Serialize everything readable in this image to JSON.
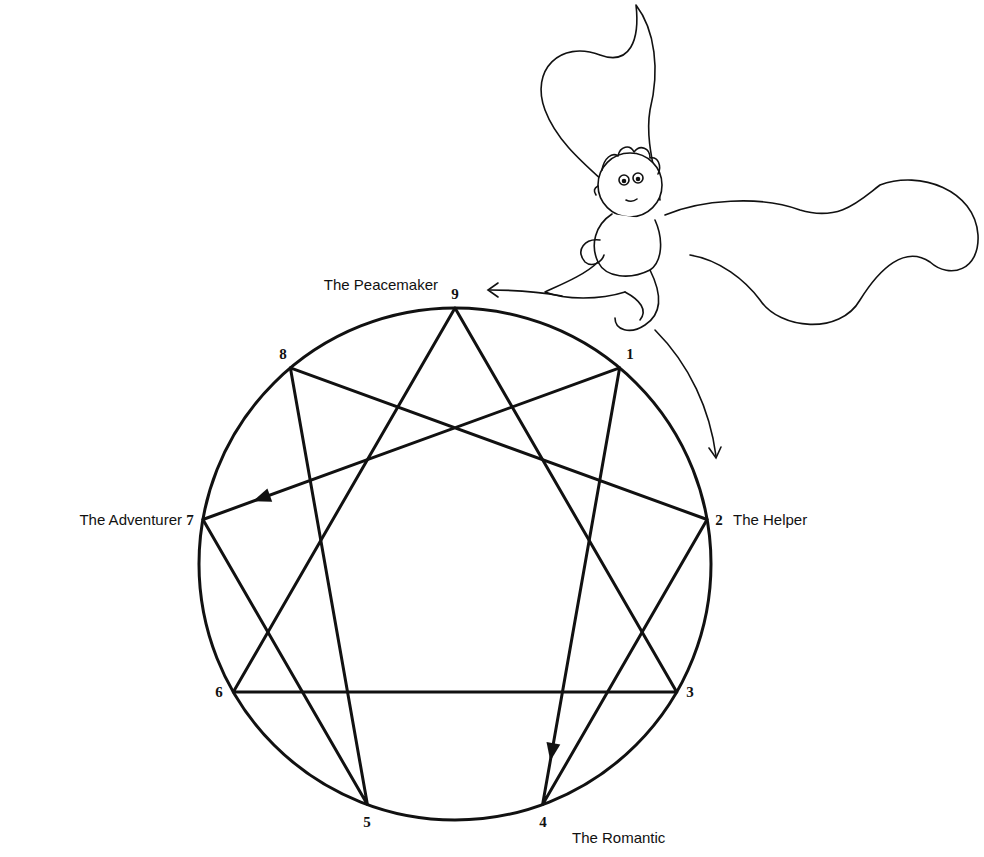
{
  "diagram": {
    "labels": [
      "The Peacemaker",
      "9",
      "8",
      "1",
      "The Adventurer",
      "7",
      "2",
      "The Helper",
      "6",
      "3",
      "5",
      "4",
      "The Romantic"
    ]
  }
}
